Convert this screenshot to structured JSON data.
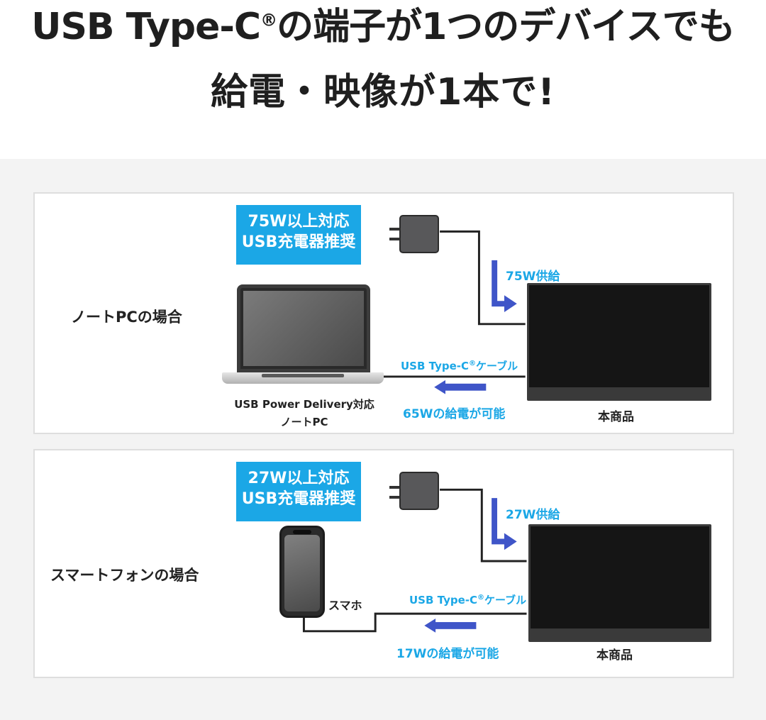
{
  "heading": {
    "line1_pre": "USB Type-C",
    "reg_mark": "®",
    "line1_post": "の端子が1つのデバイスでも",
    "line2": "給電・映像が1本で!"
  },
  "colors": {
    "accent": "#1ba7e6",
    "arrow": "#3f55c8",
    "band": "#f3f3f3",
    "wire": "#222222"
  },
  "laptop_case": {
    "case_label": "ノートPCの場合",
    "badge_line1": "75W以上対応",
    "badge_line2": "USB充電器推奨",
    "supply_label": "75W供給",
    "cable_label_pre": "USB Type-C",
    "cable_label_reg": "®",
    "cable_label_post": "ケーブル",
    "device_label_line1": "USB Power Delivery対応",
    "device_label_line2": "ノートPC",
    "power_label": "65Wの給電が可能",
    "monitor_label": "本商品"
  },
  "phone_case": {
    "case_label": "スマートフォンの場合",
    "badge_line1": "27W以上対応",
    "badge_line2": "USB充電器推奨",
    "supply_label": "27W供給",
    "cable_label_pre": "USB Type-C",
    "cable_label_reg": "®",
    "cable_label_post": "ケーブル",
    "device_label": "スマホ",
    "power_label": "17Wの給電が可能",
    "monitor_label": "本商品"
  },
  "icons": [
    "charger-icon",
    "down-arrow-icon",
    "left-arrow-icon",
    "laptop-icon",
    "smartphone-icon",
    "monitor-icon"
  ]
}
